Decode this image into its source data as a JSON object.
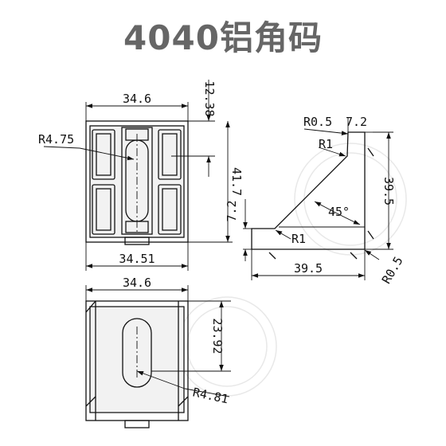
{
  "title": "4040铝角码",
  "front_view": {
    "top_width": "34.6",
    "height_top": "12.38",
    "height": "41.7",
    "bottom_width": "34.51",
    "radius": "R4.75"
  },
  "side_view": {
    "tip_radius": "R0.5",
    "tip_thickness": "7.2",
    "inner_radius_top": "R1",
    "height": "39.5",
    "base_thickness": "7.2",
    "angle": "45°",
    "inner_radius_bottom": "R1",
    "base_length": "39.5",
    "base_radius": "R0.5"
  },
  "bottom_view": {
    "width": "34.6",
    "slot_offset": "23.92",
    "radius": "R4.81"
  }
}
